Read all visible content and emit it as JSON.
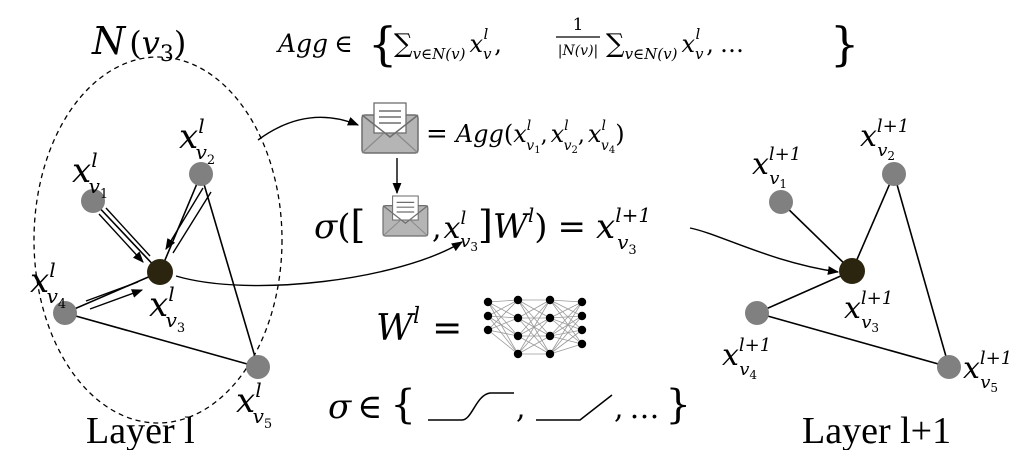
{
  "title_neighborhood": {
    "sym": "N",
    "open": "(",
    "v": "v",
    "sub": "3",
    "close": ")"
  },
  "agg_set": {
    "agg": "Agg",
    "in": "∈",
    "lbrace": "{",
    "rbrace": "}",
    "sum": "∑",
    "sum_sub": "v∈N(v)",
    "x": "x",
    "sub_v": "v",
    "sup_l": "l",
    "comma": ",",
    "frac_num": "1",
    "frac_den": "|N(v)|",
    "ellipsis": "…"
  },
  "message_eq": {
    "eq": "=",
    "agg": "Agg",
    "open": "(",
    "close": ")",
    "x": "x",
    "v": "v",
    "sup": "l",
    "subs": [
      "1",
      "2",
      "4"
    ],
    "comma": ","
  },
  "update_eq": {
    "sigma": "σ",
    "open_paren": "(",
    "lbrack": "[",
    "comma": ",",
    "x": "x",
    "v": "v",
    "sub": "3",
    "sup_l": "l",
    "rbrack": "]",
    "W": "W",
    "close_paren": ")",
    "eq": "=",
    "sup_next": "l+1"
  },
  "weight_eq": {
    "W": "W",
    "sup": "l",
    "eq": "="
  },
  "activation_set": {
    "sigma": "σ",
    "in": "∈",
    "lbrace": "{",
    "comma1": ",",
    "comma2": ",",
    "ellipsis": "…",
    "rbrace": "}"
  },
  "layer_l": {
    "caption": "Layer l",
    "node_labels": [
      {
        "x": "x",
        "sup": "l",
        "v": "v",
        "sub": "1"
      },
      {
        "x": "x",
        "sup": "l",
        "v": "v",
        "sub": "2"
      },
      {
        "x": "x",
        "sup": "l",
        "v": "v",
        "sub": "3"
      },
      {
        "x": "x",
        "sup": "l",
        "v": "v",
        "sub": "4"
      },
      {
        "x": "x",
        "sup": "l",
        "v": "v",
        "sub": "5"
      }
    ]
  },
  "layer_l1": {
    "caption": "Layer l+1",
    "node_labels": [
      {
        "x": "x",
        "sup": "l+1",
        "v": "v",
        "sub": "1"
      },
      {
        "x": "x",
        "sup": "l+1",
        "v": "v",
        "sub": "2"
      },
      {
        "x": "x",
        "sup": "l+1",
        "v": "v",
        "sub": "3"
      },
      {
        "x": "x",
        "sup": "l+1",
        "v": "v",
        "sub": "4"
      },
      {
        "x": "x",
        "sup": "l+1",
        "v": "v",
        "sub": "5"
      }
    ]
  },
  "colors": {
    "node": "#808080",
    "center_node": "#2b2510",
    "edge": "#000000",
    "envelope": "#b5b5b5"
  }
}
